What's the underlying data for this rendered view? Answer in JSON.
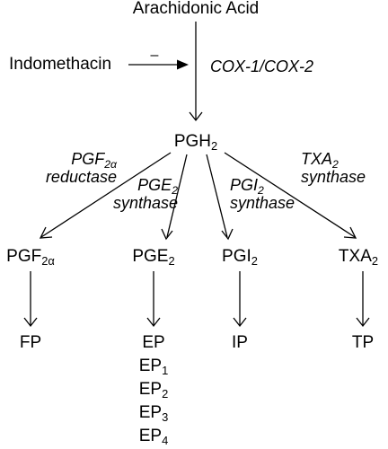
{
  "substrate": "Arachidonic Acid",
  "inhibitor": {
    "name": "Indomethacin",
    "sign": "–"
  },
  "enzyme_cox": "COX-1/COX-2",
  "intermediate": {
    "base": "PGH",
    "sub": "2"
  },
  "enzymes": {
    "pgf": {
      "line1": "PGF",
      "line1_sub": "2α",
      "line2": "reductase"
    },
    "pge": {
      "line1": "PGE",
      "line1_sub": "2",
      "line2": "synthase"
    },
    "pgi": {
      "line1": "PGI",
      "line1_sub": "2",
      "line2": "synthase"
    },
    "txa": {
      "line1": "TXA",
      "line1_sub": "2",
      "line2": "synthase"
    }
  },
  "products": [
    {
      "base": "PGF",
      "sub": "2α"
    },
    {
      "base": "PGE",
      "sub": "2"
    },
    {
      "base": "PGI",
      "sub": "2"
    },
    {
      "base": "TXA",
      "sub": "2"
    }
  ],
  "receptors": {
    "fp": "FP",
    "pge": [
      {
        "base": "EP",
        "sub": ""
      },
      {
        "base": "EP",
        "sub": "1"
      },
      {
        "base": "EP",
        "sub": "2"
      },
      {
        "base": "EP",
        "sub": "3"
      },
      {
        "base": "EP",
        "sub": "4"
      }
    ],
    "ip": "IP",
    "tp": "TP"
  }
}
